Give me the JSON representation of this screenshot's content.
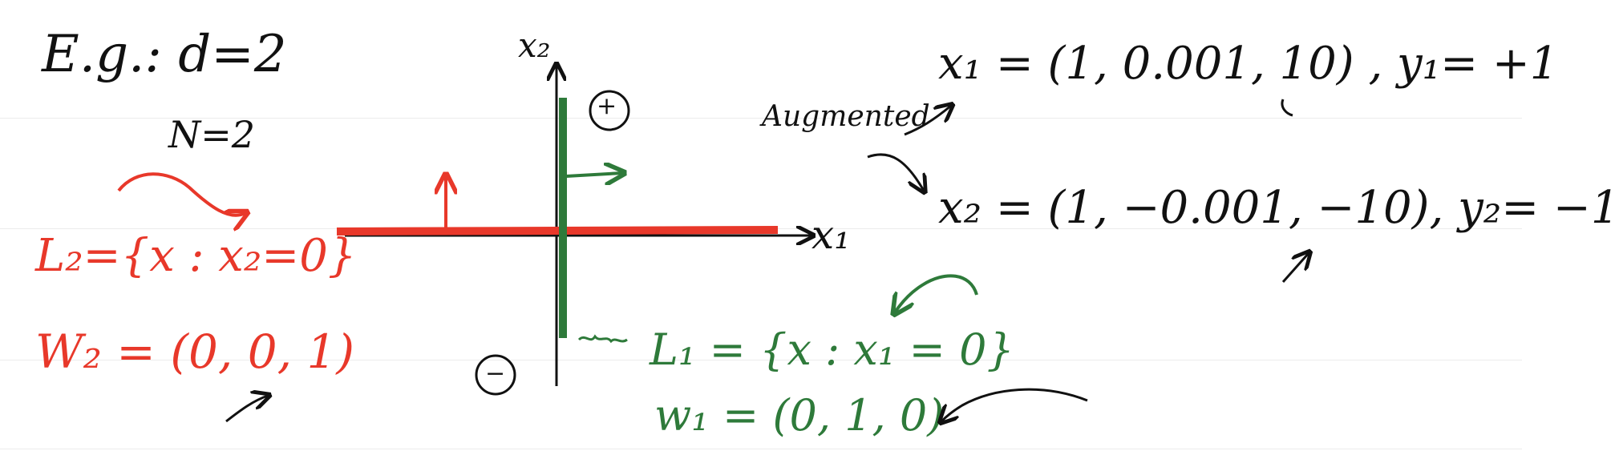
{
  "colors": {
    "ink": "#111111",
    "red": "#e8382a",
    "green": "#2e7a3a",
    "rule": "#ececec"
  },
  "left": {
    "eg": "E.g.: d=2",
    "n": "N=2",
    "l2": "L₂={x : x₂=0}",
    "w2": "W₂ = (0, 0, 1)"
  },
  "graph": {
    "x1_label": "x₁",
    "x2_label": "x₂",
    "plus": "+",
    "minus": "−"
  },
  "right": {
    "augmented": "Augmented",
    "x1": "x₁ = (1, 0.001, 10) , y₁= +1",
    "x2": "x₂ = (1, −0.001, −10), y₂= −1"
  },
  "bottom": {
    "l1": "L₁ = {x : x₁ = 0}",
    "w1": "w₁ = (0, 1, 0)"
  }
}
